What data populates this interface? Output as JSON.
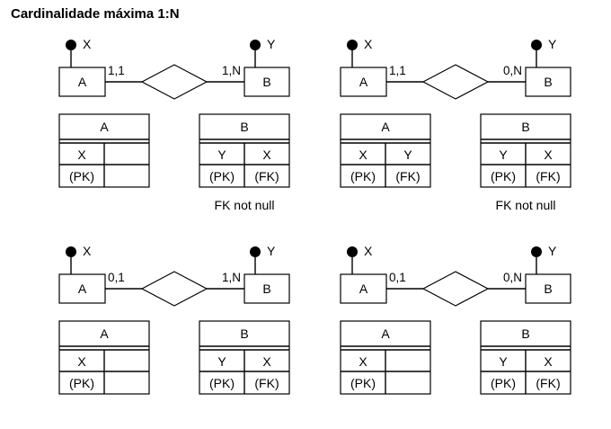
{
  "title": "Cardinalidade máxima 1:N",
  "diagrams": [
    {
      "entity_a": {
        "name": "A",
        "attribute": "X"
      },
      "entity_b": {
        "name": "B",
        "attribute": "Y"
      },
      "card_a": "1,1",
      "card_b": "1,N",
      "table_a": {
        "name": "A",
        "columns": [
          "X",
          ""
        ],
        "keys": [
          "(PK)",
          ""
        ]
      },
      "table_b": {
        "name": "B",
        "columns": [
          "Y",
          "X"
        ],
        "keys": [
          "(PK)",
          "(FK)"
        ]
      },
      "note": "FK not null"
    },
    {
      "entity_a": {
        "name": "A",
        "attribute": "X"
      },
      "entity_b": {
        "name": "B",
        "attribute": "Y"
      },
      "card_a": "1,1",
      "card_b": "0,N",
      "table_a": {
        "name": "A",
        "columns": [
          "X",
          "Y"
        ],
        "keys": [
          "(PK)",
          "(FK)"
        ]
      },
      "table_b": {
        "name": "B",
        "columns": [
          "Y",
          "X"
        ],
        "keys": [
          "(PK)",
          "(FK)"
        ]
      },
      "note": "FK not null"
    },
    {
      "entity_a": {
        "name": "A",
        "attribute": "X"
      },
      "entity_b": {
        "name": "B",
        "attribute": "Y"
      },
      "card_a": "0,1",
      "card_b": "1,N",
      "table_a": {
        "name": "A",
        "columns": [
          "X",
          ""
        ],
        "keys": [
          "(PK)",
          ""
        ]
      },
      "table_b": {
        "name": "B",
        "columns": [
          "Y",
          "X"
        ],
        "keys": [
          "(PK)",
          "(FK)"
        ]
      },
      "note": ""
    },
    {
      "entity_a": {
        "name": "A",
        "attribute": "X"
      },
      "entity_b": {
        "name": "B",
        "attribute": "Y"
      },
      "card_a": "0,1",
      "card_b": "0,N",
      "table_a": {
        "name": "A",
        "columns": [
          "X",
          ""
        ],
        "keys": [
          "(PK)",
          ""
        ]
      },
      "table_b": {
        "name": "B",
        "columns": [
          "Y",
          "X"
        ],
        "keys": [
          "(PK)",
          "(FK)"
        ]
      },
      "note": ""
    }
  ]
}
